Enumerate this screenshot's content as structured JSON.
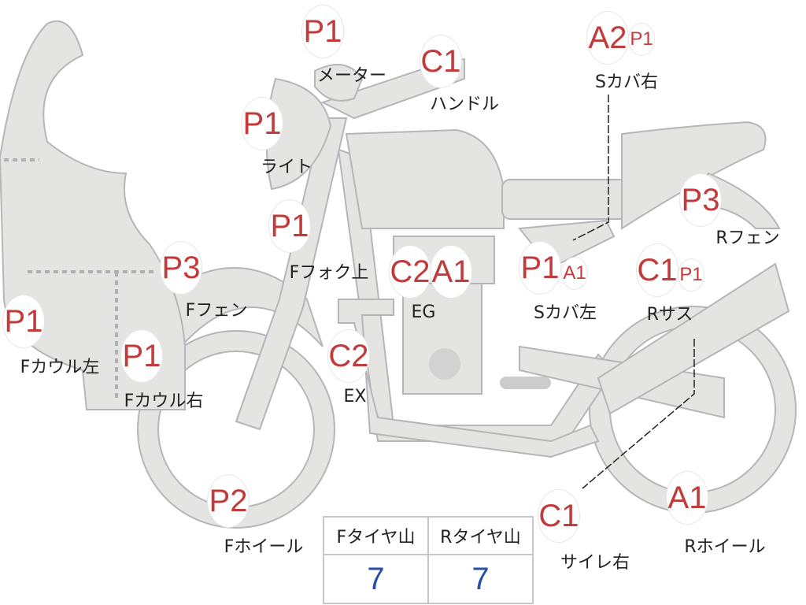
{
  "colors": {
    "code": "#c23a3a",
    "part_fill": "#e4e4e2",
    "part_stroke": "#b6b6ba",
    "value": "#2a4ea6"
  },
  "parts": [
    {
      "label": "メーター",
      "codes": [
        "P1"
      ]
    },
    {
      "label": "ハンドル",
      "codes": [
        "C1"
      ]
    },
    {
      "label": "ライト",
      "codes": [
        "P1"
      ]
    },
    {
      "label": "Sカバ右",
      "codes": [
        "A2",
        "P1"
      ]
    },
    {
      "label": "Fカウル左",
      "codes": [
        "P1"
      ]
    },
    {
      "label": "Fカウル右",
      "codes": [
        "P1"
      ]
    },
    {
      "label": "Fフェン",
      "codes": [
        "P3"
      ]
    },
    {
      "label": "Fフォク上",
      "codes": [
        "P1"
      ]
    },
    {
      "label": "EG",
      "codes": [
        "C2",
        "A1"
      ]
    },
    {
      "label": "Sカバ左",
      "codes": [
        "P1",
        "A1"
      ]
    },
    {
      "label": "Rフェン",
      "codes": [
        "P3"
      ]
    },
    {
      "label": "Rサス",
      "codes": [
        "C1",
        "P1"
      ]
    },
    {
      "label": "EX",
      "codes": [
        "C2"
      ]
    },
    {
      "label": "Fホイール",
      "codes": [
        "P2"
      ]
    },
    {
      "label": "サイレ右",
      "codes": [
        "C1"
      ]
    },
    {
      "label": "Rホイール",
      "codes": [
        "A1"
      ]
    }
  ],
  "tire_table": {
    "headers": [
      "Fタイヤ山",
      "Rタイヤ山"
    ],
    "values": [
      "7",
      "7"
    ]
  }
}
